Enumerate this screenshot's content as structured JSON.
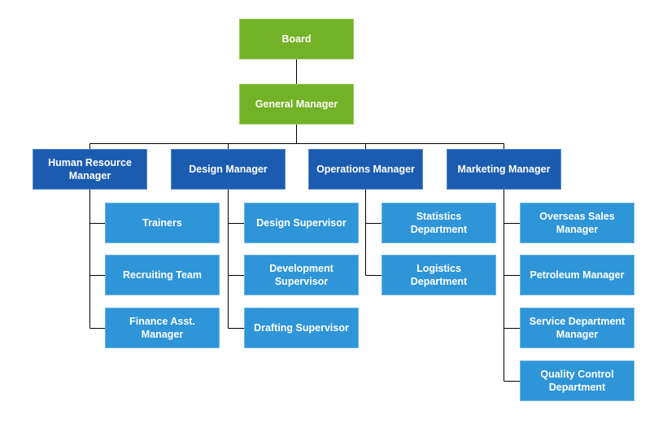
{
  "colors": {
    "background": "#ffffff",
    "connector": "#000000",
    "text": "#ffffff",
    "level1_fill": "#72b226",
    "level1_border": "#9ac95b",
    "level2_fill": "#1b5cb1",
    "level2_border": "#5389cb",
    "level3_fill": "#2e95d8",
    "level3_border": "#6fb6e6"
  },
  "nodes": {
    "board": {
      "label": "Board",
      "level": 1
    },
    "general_manager": {
      "label": "General Manager",
      "level": 1
    },
    "hr_manager": {
      "label": "Human Resource Manager",
      "level": 2
    },
    "design_manager": {
      "label": "Design Manager",
      "level": 2
    },
    "operations_manager": {
      "label": "Operations Manager",
      "level": 2
    },
    "marketing_manager": {
      "label": "Marketing Manager",
      "level": 2
    },
    "trainers": {
      "label": "Trainers",
      "level": 3
    },
    "recruiting_team": {
      "label": "Recruiting Team",
      "level": 3
    },
    "finance_asst_manager": {
      "label": "Finance Asst. Manager",
      "level": 3
    },
    "design_supervisor": {
      "label": "Design Supervisor",
      "level": 3
    },
    "development_supervisor": {
      "label": "Development Supervisor",
      "level": 3
    },
    "drafting_supervisor": {
      "label": "Drafting Supervisor",
      "level": 3
    },
    "statistics_department": {
      "label": "Statistics Department",
      "level": 3
    },
    "logistics_department": {
      "label": "Logistics Department",
      "level": 3
    },
    "overseas_sales_manager": {
      "label": "Overseas Sales Manager",
      "level": 3
    },
    "petroleum_manager": {
      "label": "Petroleum Manager",
      "level": 3
    },
    "service_department_manager": {
      "label": "Service Department Manager",
      "level": 3
    },
    "quality_control_department": {
      "label": "Quality Control Department",
      "level": 3
    }
  },
  "edges": [
    {
      "from": "Board",
      "to": "General Manager"
    },
    {
      "from": "General Manager",
      "to": "Human Resource Manager"
    },
    {
      "from": "General Manager",
      "to": "Design Manager"
    },
    {
      "from": "General Manager",
      "to": "Operations Manager"
    },
    {
      "from": "General Manager",
      "to": "Marketing Manager"
    },
    {
      "from": "Human Resource Manager",
      "to": "Trainers"
    },
    {
      "from": "Human Resource Manager",
      "to": "Recruiting Team"
    },
    {
      "from": "Human Resource Manager",
      "to": "Finance Asst. Manager"
    },
    {
      "from": "Design Manager",
      "to": "Design Supervisor"
    },
    {
      "from": "Design Manager",
      "to": "Development Supervisor"
    },
    {
      "from": "Design Manager",
      "to": "Drafting Supervisor"
    },
    {
      "from": "Operations Manager",
      "to": "Statistics Department"
    },
    {
      "from": "Operations Manager",
      "to": "Logistics Department"
    },
    {
      "from": "Marketing Manager",
      "to": "Overseas Sales Manager"
    },
    {
      "from": "Marketing Manager",
      "to": "Petroleum Manager"
    },
    {
      "from": "Marketing Manager",
      "to": "Service Department Manager"
    },
    {
      "from": "Marketing Manager",
      "to": "Quality Control Department"
    }
  ]
}
